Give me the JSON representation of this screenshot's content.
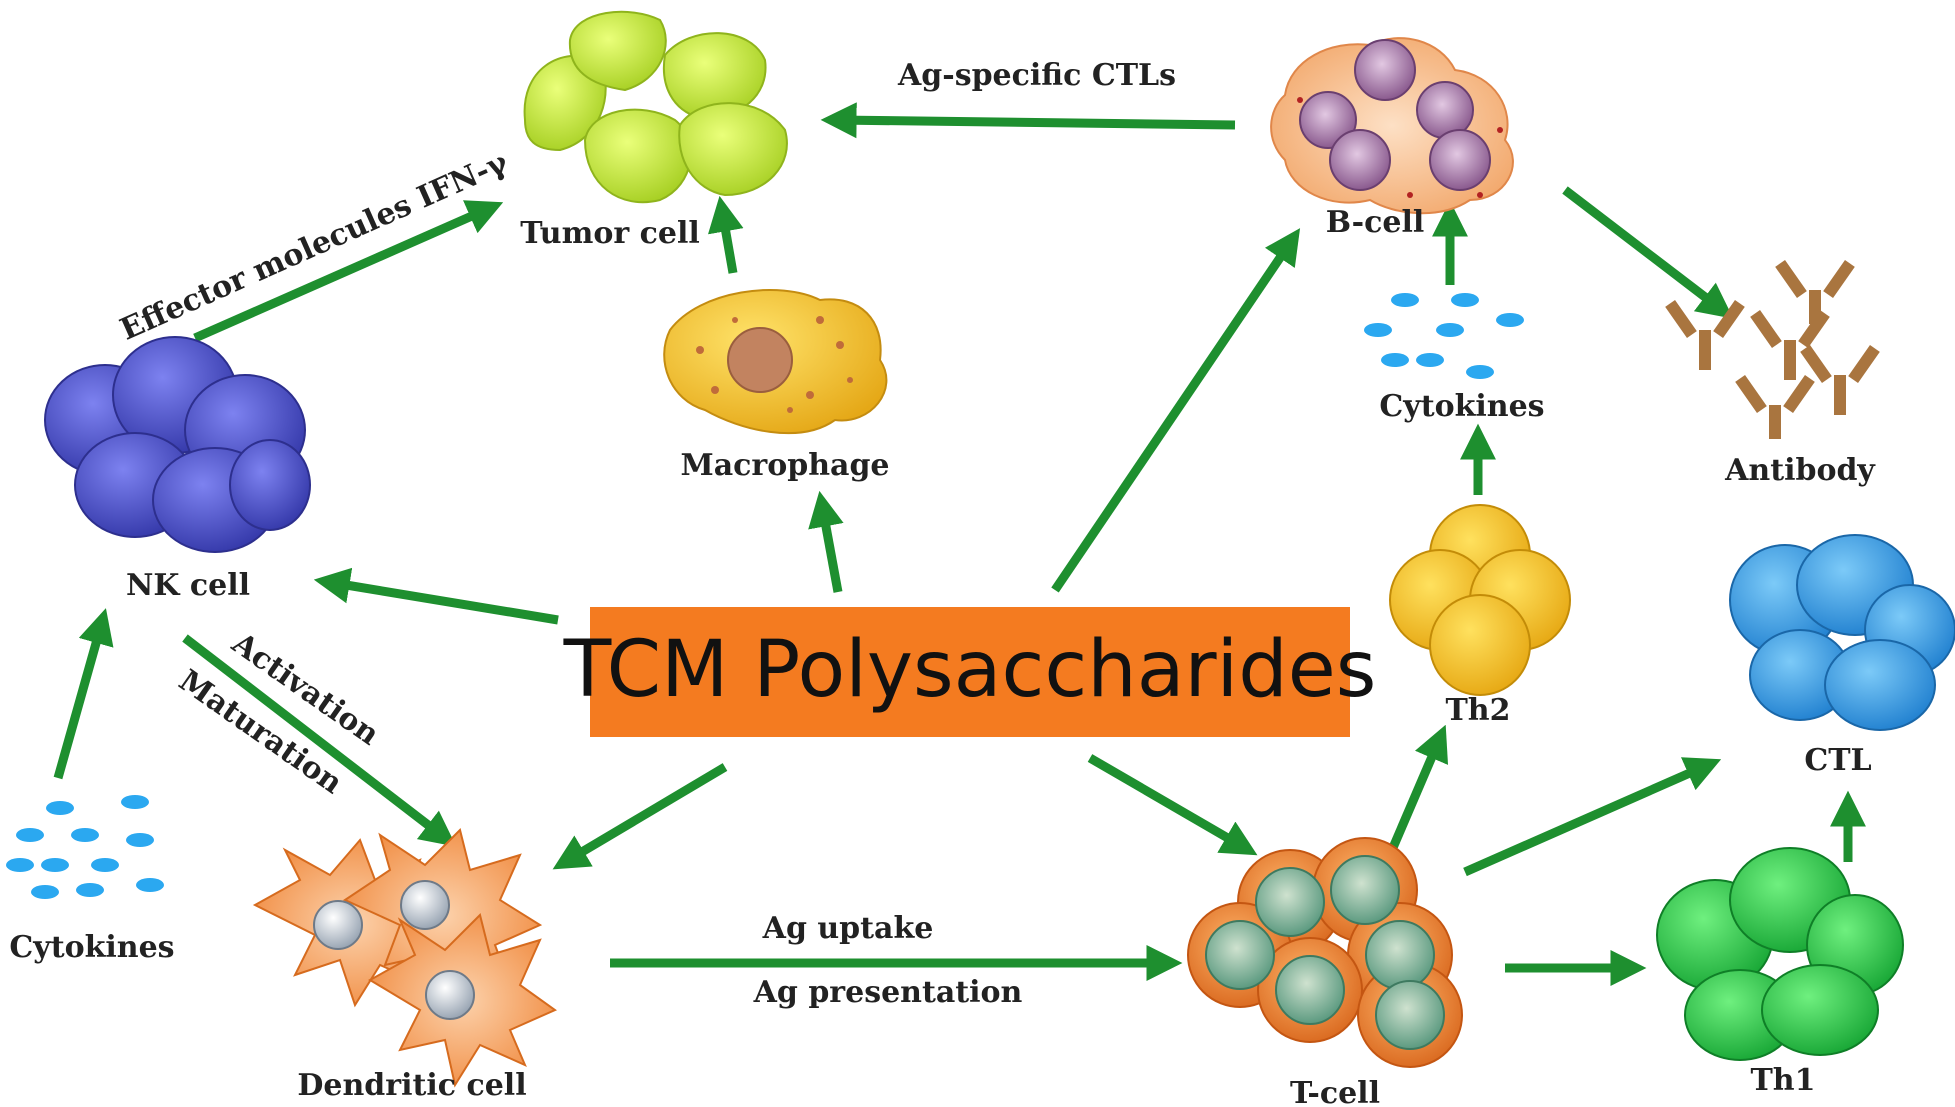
{
  "center": {
    "label": "TCM Polysaccharides",
    "color": "#f47b20"
  },
  "nodes": {
    "tumor_cell": "Tumor cell",
    "b_cell": "B-cell",
    "macrophage": "Macrophage",
    "nk_cell": "NK cell",
    "cytokines_left": "Cytokines",
    "cytokines_right": "Cytokines",
    "antibody": "Antibody",
    "th2": "Th2",
    "ctl": "CTL",
    "th1": "Th1",
    "t_cell": "T-cell",
    "dendritic_cell": "Dendritic cell"
  },
  "edges": {
    "ag_specific_ctls": "Ag-specific CTLs",
    "effector_molecules": "Effector molecules IFN-γ",
    "activation": "Activation",
    "maturation": "Maturation",
    "ag_uptake": "Ag uptake",
    "ag_presentation": "Ag presentation"
  },
  "colors": {
    "arrow": "#1e8f2f",
    "tumor": "#c5e63c",
    "nk": "#4b4fd0",
    "macrophage": "#f2c62a",
    "bcell": "#f6b98a",
    "tcell": "#f08a3a",
    "th2": "#f5c524",
    "ctl": "#3a9de8",
    "th1": "#2dc24a",
    "cytokine": "#2ba8f0",
    "antibody": "#a9753f",
    "dendritic": "#f59a55"
  }
}
